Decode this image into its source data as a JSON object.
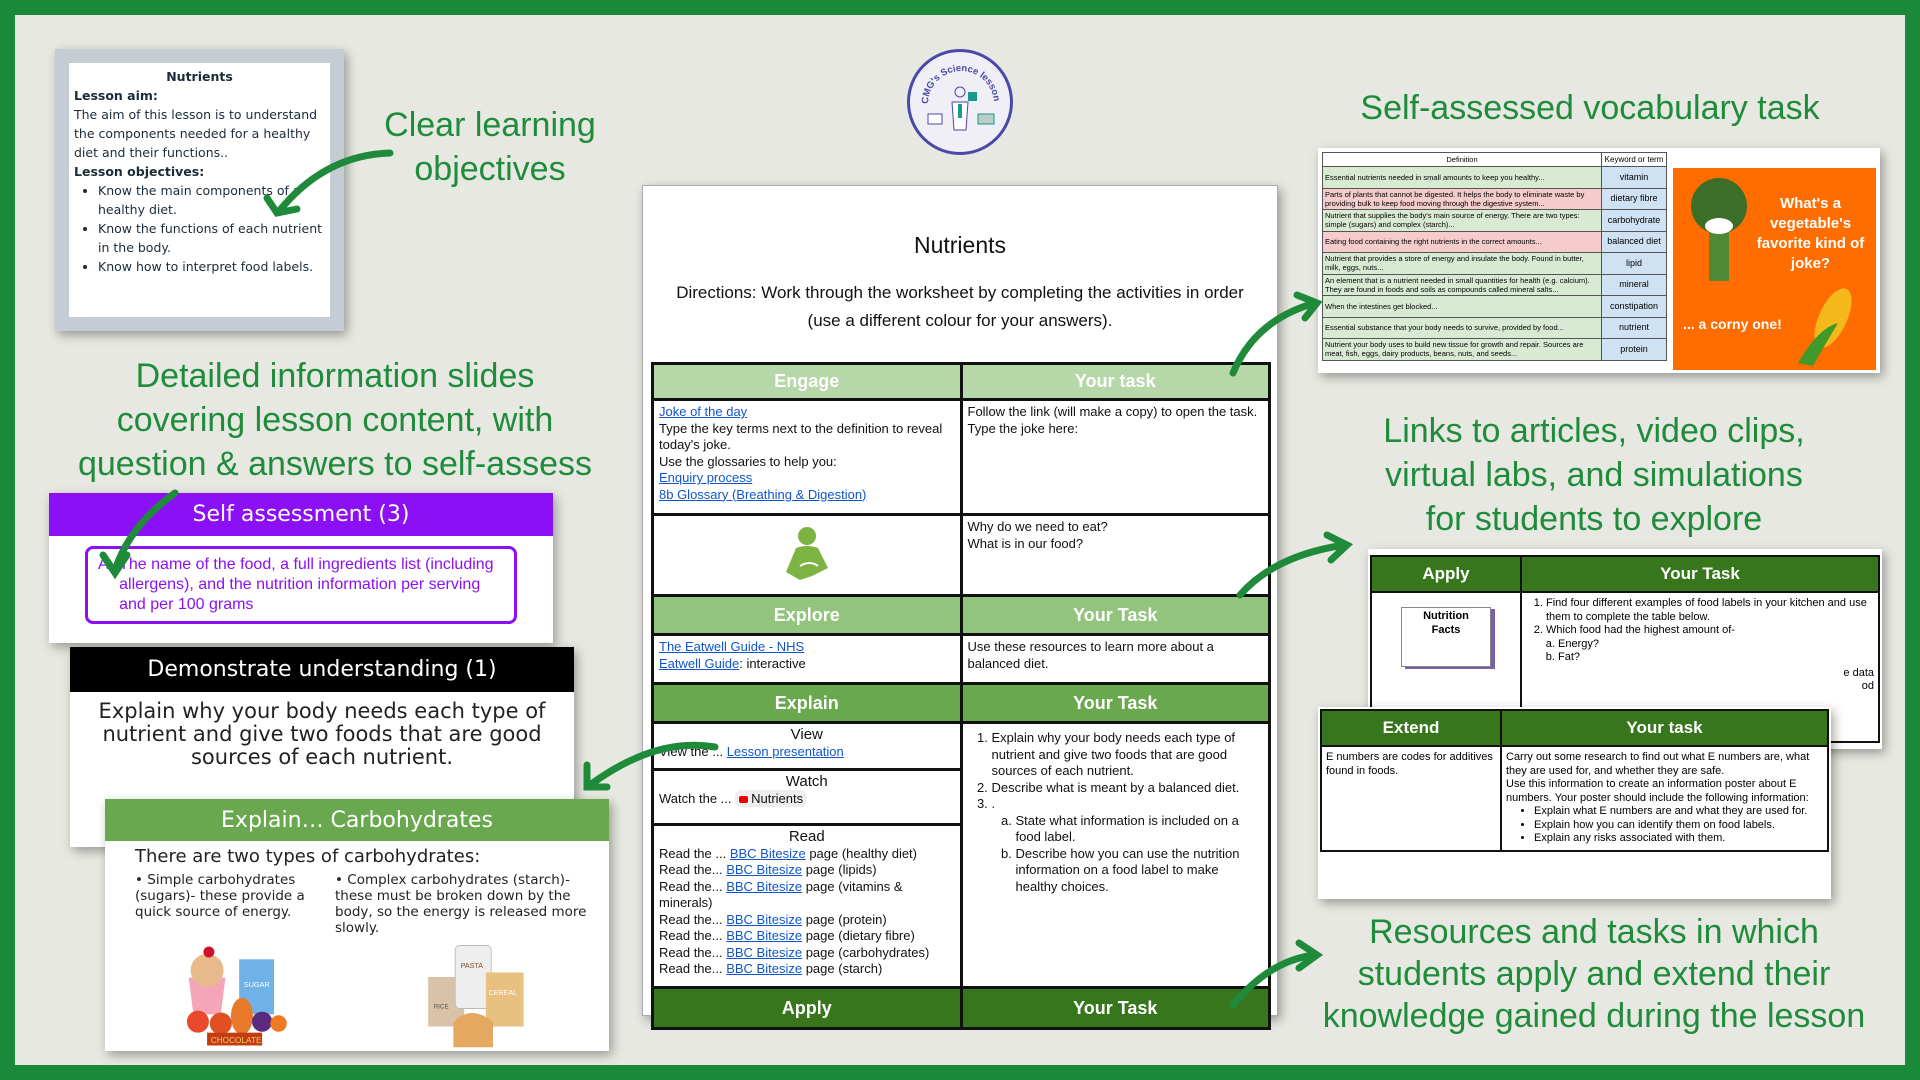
{
  "callouts": {
    "objectives": [
      "Clear learning",
      "objectives"
    ],
    "info": [
      "Detailed information slides",
      "covering lesson content, with",
      "question & answers to self-assess"
    ],
    "vocab": "Self-assessed vocabulary task",
    "links": [
      "Links to articles, video clips,",
      "virtual labs, and simulations",
      "for students to explore"
    ],
    "resources": [
      "Resources and tasks in which",
      "students apply and extend their",
      "knowledge gained during the lesson"
    ]
  },
  "colors": {
    "frame": "#1a8a3a",
    "callout": "#1e8c3a",
    "purple": "#8b10f5",
    "engage": "#b6d7a8",
    "explore": "#93c47d",
    "explain": "#6aa84f",
    "apply": "#38761d",
    "orange": "#ff6d01"
  },
  "logo": {
    "text": "CMG's Science lessons"
  },
  "objectives_slide": {
    "title": "Nutrients",
    "aim_label": "Lesson aim:",
    "aim": "The aim of this lesson is to understand the components needed for a healthy diet and their functions..",
    "obj_label": "Lesson objectives:",
    "objectives": [
      "Know the main components of a healthy diet.",
      "Know the functions of each nutrient in the body.",
      "Know how to interpret food labels."
    ]
  },
  "self_assessment": {
    "title": "Self assessment (3)",
    "letter": "A.",
    "text": "The name of the food, a full ingredients list (including allergens), and the nutrition information per serving and per 100 grams"
  },
  "demonstrate": {
    "title": "Demonstrate understanding (1)",
    "text": "Explain why your body needs each type of nutrient and give two foods that are good sources of each nutrient."
  },
  "carbs": {
    "title": "Explain… Carbohydrates",
    "intro": "There are two types of carbohydrates:",
    "simple": "Simple carbohydrates (sugars)- these provide a quick source of energy.",
    "complex": "Complex carbohydrates (starch)- these must be broken down by the body, so the energy is released more slowly.",
    "img_labels": [
      "SUGAR",
      "CHOCOLATE",
      "PASTA",
      "CEREAL",
      "RICE"
    ]
  },
  "worksheet": {
    "title": "Nutrients",
    "directions": "Directions: Work through the worksheet by completing the activities in order (use a different colour for your answers).",
    "engage": {
      "h1": "Engage",
      "h2": "Your task",
      "link1": "Joke of the day",
      "text1": "Type the key terms next to the definition to reveal today's joke.",
      "text2": "Use the glossaries to help you:",
      "link2": "Enquiry process",
      "link3": "8b Glossary (Breathing & Digestion)",
      "task1": "Follow the link (will make a copy) to open the task.",
      "task2": "Type the joke here:",
      "q1": "Why do we need to eat?",
      "q2": "What is in our food?"
    },
    "explore": {
      "h1": "Explore",
      "h2": "Your Task",
      "link1": "The Eatwell Guide - NHS",
      "link2": "Eatwell Guide",
      "link2_suffix": ": interactive",
      "task": "Use these resources to learn more about a balanced diet."
    },
    "explain": {
      "h1": "Explain",
      "h2": "Your Task",
      "view_h": "View",
      "view_pre": "View the ... ",
      "view_link": "Lesson presentation",
      "watch_h": "Watch",
      "watch_pre": "Watch the ... ",
      "watch_chip": "Nutrients",
      "read_h": "Read",
      "reads": [
        {
          "pre": "Read the ... ",
          "link": "BBC Bitesize",
          "post": " page (healthy diet)"
        },
        {
          "pre": "Read the... ",
          "link": "BBC Bitesize",
          "post": " page (lipids)"
        },
        {
          "pre": "Read the... ",
          "link": "BBC Bitesize",
          "post": " page (vitamins & minerals)"
        },
        {
          "pre": "Read the... ",
          "link": "BBC Bitesize",
          "post": " page (protein)"
        },
        {
          "pre": "Read the... ",
          "link": "BBC Bitesize",
          "post": " page (dietary fibre)"
        },
        {
          "pre": "Read the... ",
          "link": "BBC Bitesize",
          "post": " page (carbohydrates)"
        },
        {
          "pre": "Read the... ",
          "link": "BBC Bitesize",
          "post": " page (starch)"
        }
      ],
      "tasks": [
        "Explain why your body needs each type of nutrient and give two foods that are good sources of each nutrient.",
        "Describe what is meant by a balanced diet.",
        "."
      ],
      "subtasks": [
        "State what information is included on a food label.",
        "Describe how you can use the nutrition information on a food label to make healthy choices."
      ]
    },
    "apply": {
      "h1": "Apply",
      "h2": "Your Task"
    }
  },
  "vocab": {
    "h1": "Definition",
    "h2": "Keyword or term",
    "rows": [
      {
        "def": "Essential nutrients needed in small amounts to keep you healthy...",
        "term": "vitamin",
        "color": "g"
      },
      {
        "def": "Parts of plants that cannot be digested. It helps the body to eliminate waste by providing bulk to keep food moving through the digestive system...",
        "term": "dietary fibre",
        "color": "r"
      },
      {
        "def": "Nutrient that supplies the body's main source of energy. There are two types: simple (sugars) and complex (starch)...",
        "term": "carbohydrate",
        "color": "g"
      },
      {
        "def": "Eating food containing the right nutrients in the correct amounts...",
        "term": "balanced diet",
        "color": "r"
      },
      {
        "def": "Nutrient that provides a store of energy and insulate the body. Found in butter, milk, eggs, nuts...",
        "term": "lipid",
        "color": "g"
      },
      {
        "def": "An element that is a nutrient needed in small quantities for health (e.g. calcium). They are found in foods and soils as compounds called mineral salts...",
        "term": "mineral",
        "color": "g"
      },
      {
        "def": "When the intestines get blocked...",
        "term": "constipation",
        "color": "g"
      },
      {
        "def": "Essential substance that your body needs to survive, provided by food...",
        "term": "nutrient",
        "color": "g"
      },
      {
        "def": "Nutrient your body uses to build new tissue for growth and repair. Sources are meat, fish, eggs, dairy products, beans, nuts, and seeds...",
        "term": "protein",
        "color": "g"
      }
    ],
    "joke_q": "What's a vegetable's favorite kind of joke?",
    "joke_a": "... a corny one!"
  },
  "apply_slide": {
    "h1": "Apply",
    "h2": "Your Task",
    "label": "Nutrition Facts",
    "tasks": [
      "Find four different examples of food labels in your kitchen and use them to complete the table below.",
      "Which food had the highest amount of-"
    ],
    "subs": [
      "Energy?",
      "Fat?"
    ],
    "peek": "e data\nod"
  },
  "extend_slide": {
    "h1": "Extend",
    "h2": "Your task",
    "left": "E numbers are codes for additives found in foods.",
    "p1": "Carry out some research to find out what E numbers are, what they are used for, and whether they are safe.",
    "p2": "Use this information to create an information poster about E numbers. Your poster should include the following information:",
    "bullets": [
      "Explain what E numbers are and what they are used for.",
      "Explain how you can identify them on food labels.",
      "Explain any risks associated with them."
    ]
  }
}
